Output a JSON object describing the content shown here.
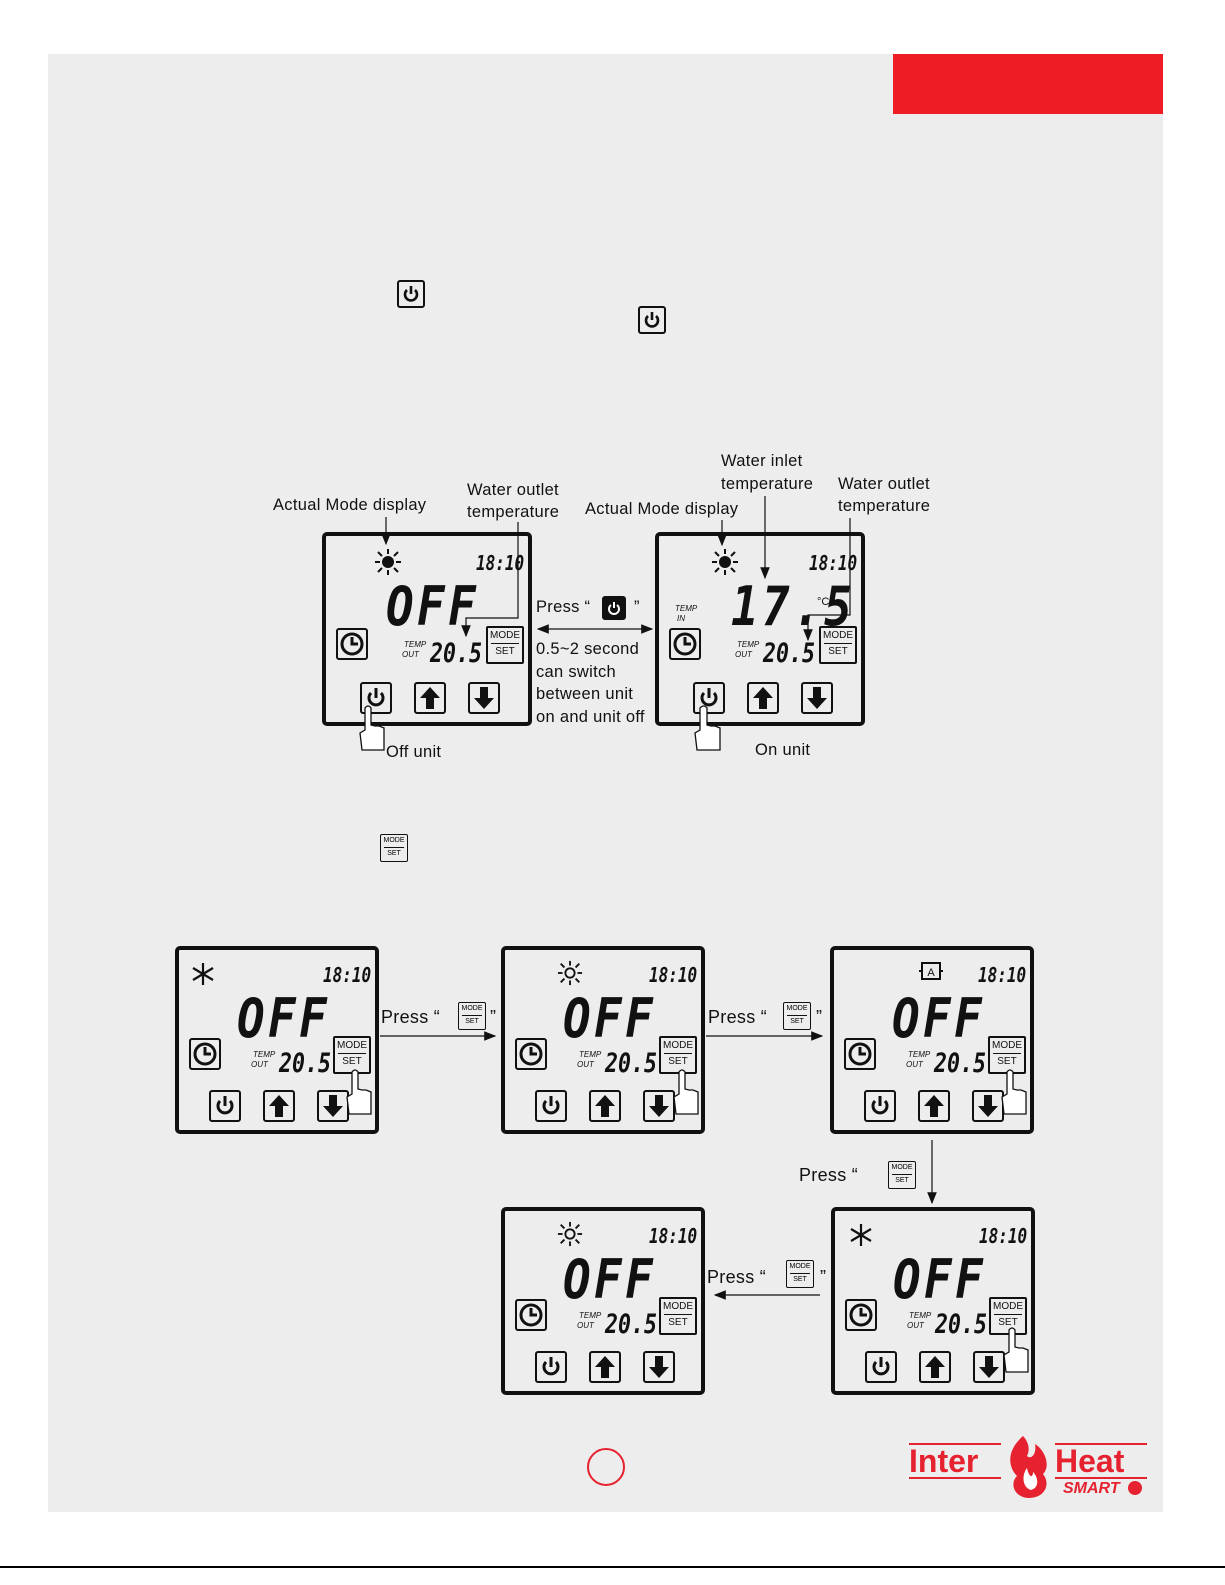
{
  "labels": {
    "actual_mode_left": "Actual Mode display",
    "water_outlet_left_1": "Water outlet",
    "water_outlet_left_2": "temperature",
    "actual_mode_right": "Actual Mode display",
    "water_inlet_1": "Water inlet",
    "water_inlet_2": "temperature",
    "water_outlet_right_1": "Water outlet",
    "water_outlet_right_2": "temperature",
    "press_open": "Press “",
    "press_close": "”",
    "switch_1": "0.5~2 second",
    "switch_2": "can switch",
    "switch_3": "between unit",
    "switch_4": "on and unit off",
    "off_unit": "Off unit",
    "on_unit": "On unit",
    "press_1": "Press “",
    "press_2": "Press “",
    "press_3": "Press “",
    "press_4": "Press “",
    "quote_close": "”"
  },
  "lcd": {
    "clock": "18:10",
    "off_text": "OFF",
    "inlet_value": "17.5",
    "outlet_value": "20.5",
    "unit_c": "°C",
    "temp": "TEMP",
    "out": "OUT",
    "in": "IN",
    "mode": "MODE",
    "set": "SET"
  },
  "colors": {
    "accent_red": "#ee1c25",
    "page_bg": "#ededed"
  },
  "logo": {
    "word_left": "Inter",
    "word_right": "Heat",
    "tag": "SMART"
  }
}
